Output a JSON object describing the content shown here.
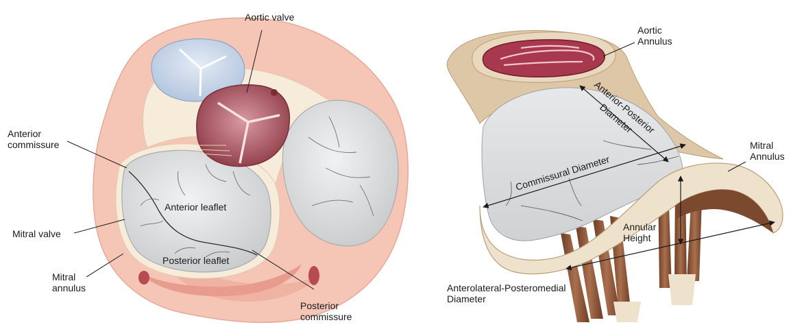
{
  "left_figure": {
    "labels": {
      "aortic_valve": "Aortic valve",
      "anterior_commissure_1": "Anterior",
      "anterior_commissure_2": "commissure",
      "mitral_valve": "Mitral valve",
      "mitral_annulus_1": "Mitral",
      "mitral_annulus_2": "annulus",
      "anterior_leaflet": "Anterior leaflet",
      "posterior_leaflet": "Posterior leaflet",
      "posterior_commissure_1": "Posterior",
      "posterior_commissure_2": "commissure"
    }
  },
  "right_figure": {
    "labels": {
      "aortic_annulus_1": "Aortic",
      "aortic_annulus_2": "Annulus",
      "ap_diameter_1": "Anterior-Posterior",
      "ap_diameter_2": "Diameter",
      "commissural_diameter": "Commissural Diameter",
      "mitral_annulus_1": "Mitral",
      "mitral_annulus_2": "Annulus",
      "annular_height_1": "Annular",
      "annular_height_2": "Height",
      "alpm_diameter_1": "Anterolateral-Posteromedial",
      "alpm_diameter_2": "Diameter"
    }
  },
  "colors": {
    "pink_outer": "#f5c6b6",
    "pink_mid": "#f0b2a2",
    "cream": "#f7ecd9",
    "leaflet_grey": "#d8d9db",
    "leaflet_light": "#e9eaec",
    "aortic_maroon": "#a34b58",
    "blue_valve": "#c7d6ea",
    "tendon_brown": "#8a5538",
    "tan": "#ddc7a6"
  }
}
